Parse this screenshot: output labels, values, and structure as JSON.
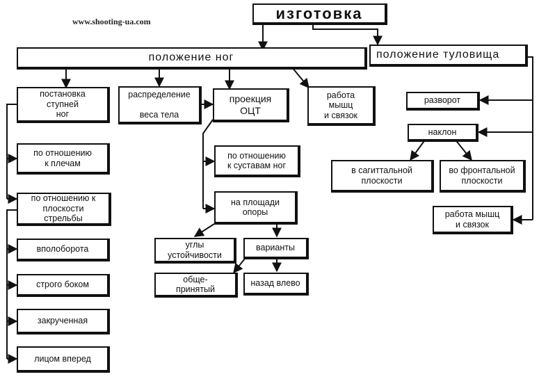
{
  "watermark": "www.shooting-ua.com",
  "nodes": {
    "root": "изготовка",
    "legs": "положение ног",
    "torso": "положение туловища",
    "feet": "постановка\nступней\nног",
    "weight": "распределение\n\nвеса тела",
    "projection": "проекция\nОЦТ",
    "muscles_legs": "работа\nмышц\nи связок",
    "rel_shoulders": "по отношению\nк плечам",
    "rel_plane": "по отношению к\nплоскости\nстрельбы",
    "half_turn": "вполоборота",
    "sideways": "строго боком",
    "twisted": "закрученная",
    "face_forward": "лицом вперед",
    "rel_joints": "по отношению\nк суставам ног",
    "support_area": "на площади\nопоры",
    "stability_angles": "углы\nустойчивости",
    "variants": "варианты",
    "common": "обще-\nпринятый",
    "back_left": "назад влево",
    "turn": "разворот",
    "tilt": "наклон",
    "sagittal": "в сагиттальной\nплоскости",
    "frontal": "во фронтальной\nплоскости",
    "muscles_torso": "работа мышц\nи связок"
  }
}
